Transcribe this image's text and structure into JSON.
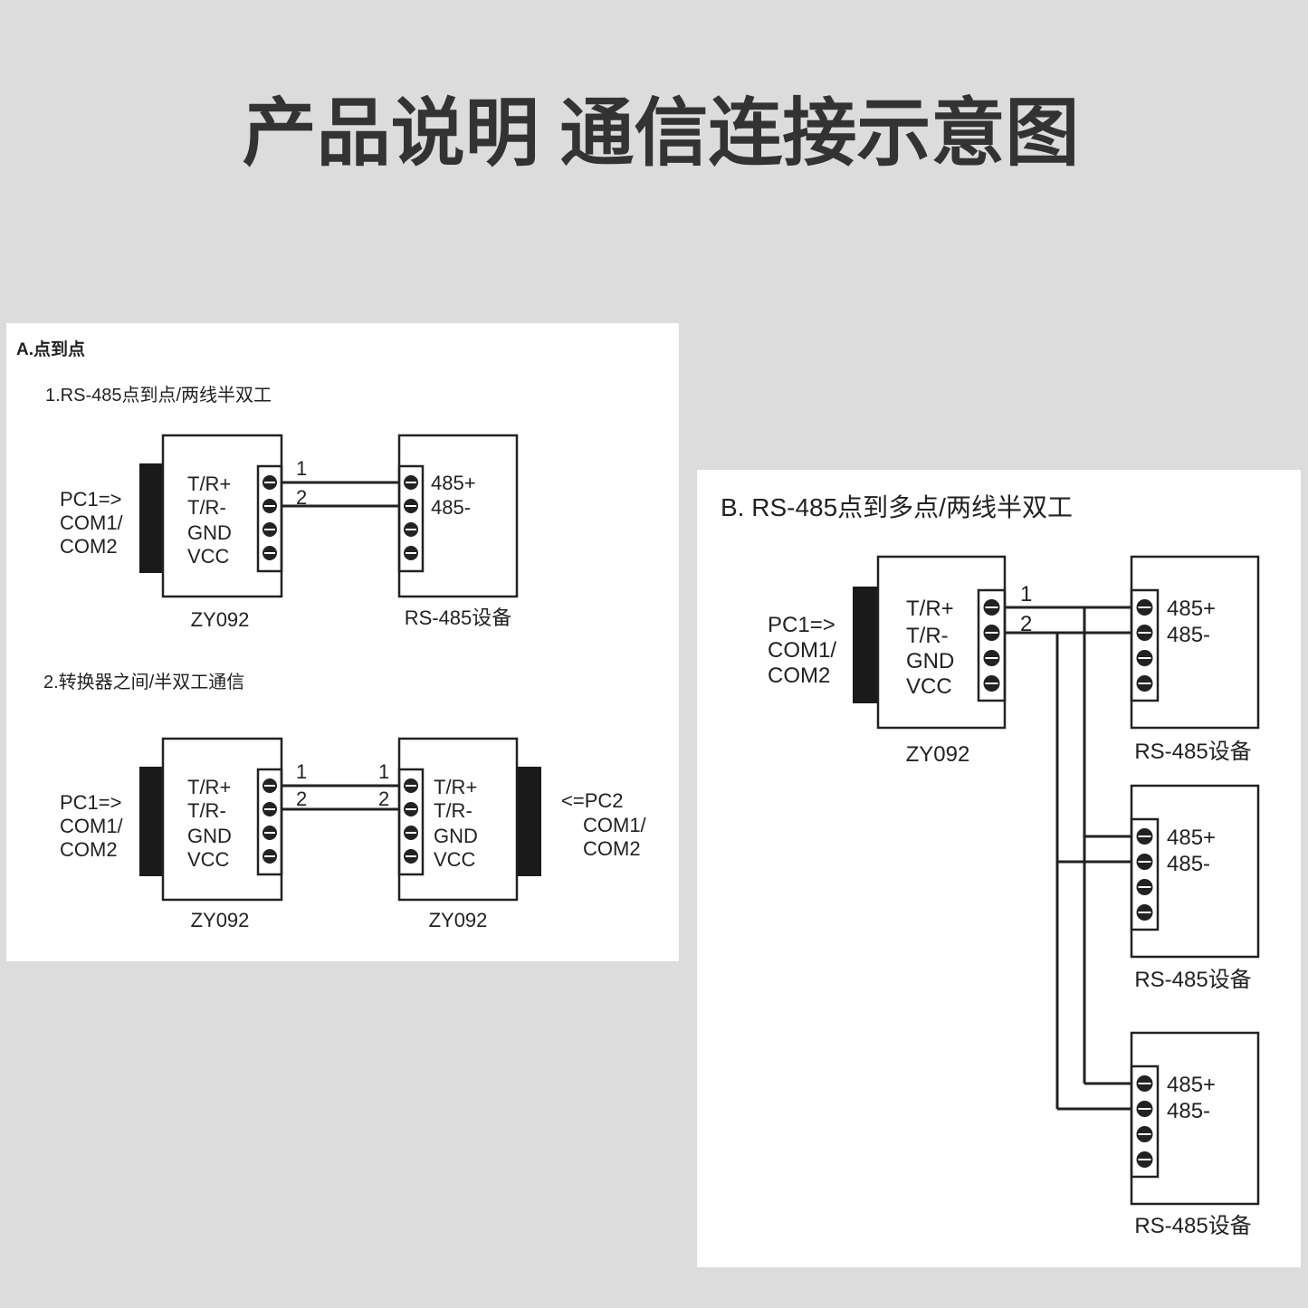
{
  "title": "产品说明 通信连接示意图",
  "panel_a": {
    "heading": "A.点到点",
    "diagram1": {
      "caption": "1.RS-485点到点/两线半双工",
      "pc_label": [
        "PC1=>",
        "COM1/",
        "COM2"
      ],
      "converter_name": "ZY092",
      "converter_pins": [
        "T/R+",
        "T/R-",
        "GND",
        "VCC"
      ],
      "wire_labels": [
        "1",
        "2"
      ],
      "device_name": "RS-485设备",
      "device_pins": [
        "485+",
        "485-"
      ]
    },
    "diagram2": {
      "caption": "2.转换器之间/半双工通信",
      "pc1_label": [
        "PC1=>",
        "COM1/",
        "COM2"
      ],
      "pc2_label": [
        "<=PC2",
        "COM1/",
        "COM2"
      ],
      "converter_name": "ZY092",
      "converter_pins": [
        "T/R+",
        "T/R-",
        "GND",
        "VCC"
      ],
      "wire_labels": [
        "1",
        "2"
      ]
    }
  },
  "panel_b": {
    "heading": "B. RS-485点到多点/两线半双工",
    "pc_label": [
      "PC1=>",
      "COM1/",
      "COM2"
    ],
    "converter_name": "ZY092",
    "converter_pins": [
      "T/R+",
      "T/R-",
      "GND",
      "VCC"
    ],
    "wire_labels": [
      "1",
      "2"
    ],
    "devices": [
      {
        "name": "RS-485设备",
        "pins": [
          "485+",
          "485-"
        ]
      },
      {
        "name": "RS-485设备",
        "pins": [
          "485+",
          "485-"
        ]
      },
      {
        "name": "RS-485设备",
        "pins": [
          "485+",
          "485-"
        ]
      }
    ]
  },
  "colors": {
    "background": "#dcdcdc",
    "panel": "#ffffff",
    "ink": "#222222",
    "connector": "#1a1a1a"
  }
}
